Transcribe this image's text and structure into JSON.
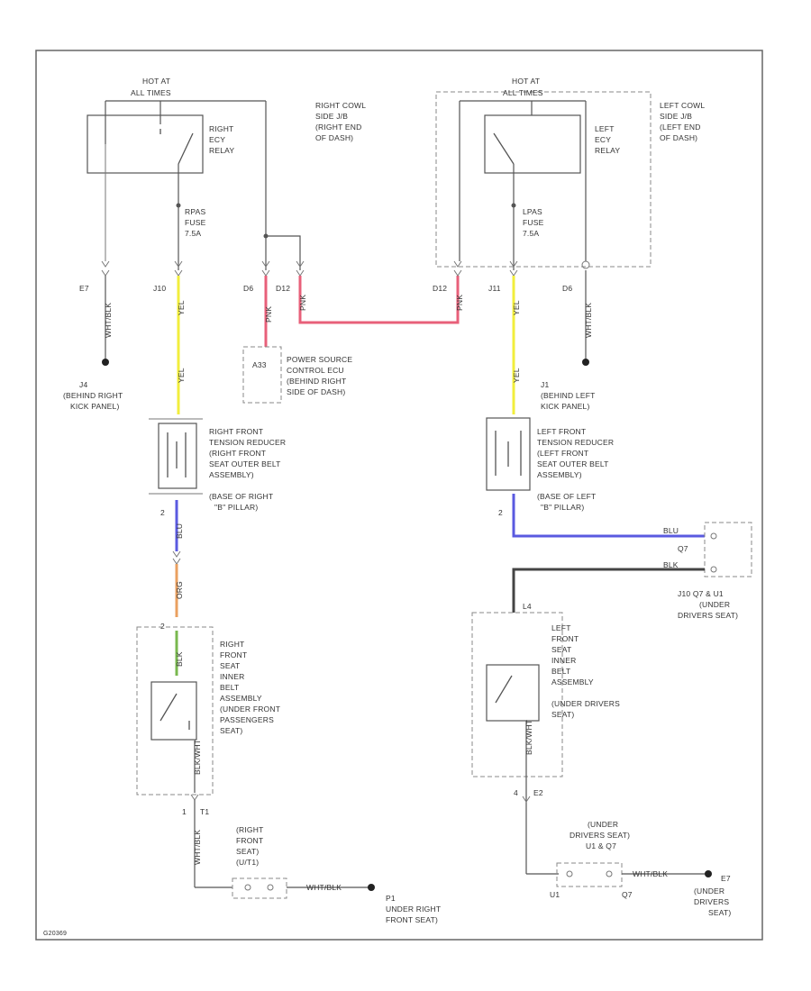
{
  "colors": {
    "wire_yellow": "#f2ee3c",
    "wire_pink": "#e8607a",
    "wire_blue": "#5a5ae0",
    "wire_orange": "#eaa060",
    "wire_green": "#79b84f",
    "wire_dark": "#444444",
    "line": "#555555"
  },
  "relays": {
    "right_hot": [
      "HOT AT",
      "ALL TIMES"
    ],
    "right_relay": [
      "RIGHT",
      "ECY",
      "RELAY"
    ],
    "right_fuse": [
      "RPAS",
      "FUSE",
      "7.5A"
    ],
    "right_jb": [
      "RIGHT COWL",
      "SIDE J/B",
      "(RIGHT END",
      "OF DASH)"
    ],
    "left_hot": [
      "HOT AT",
      "ALL TIMES"
    ],
    "left_relay": [
      "LEFT",
      "ECY",
      "RELAY"
    ],
    "left_fuse": [
      "LPAS",
      "FUSE",
      "7.5A"
    ],
    "left_jb": [
      "LEFT COWL",
      "SIDE J/B",
      "(LEFT END",
      "OF DASH)"
    ]
  },
  "connectors": {
    "e7": "E7",
    "j10": "J10",
    "d6_r": "D6",
    "d12_r": "D12",
    "d12_l": "D12",
    "j11": "J11",
    "d6_l": "D6",
    "c1": "2",
    "c2": "2",
    "c3": "1",
    "c4": "2",
    "t1": "T1",
    "p1b": "P1",
    "l4": "L4",
    "u1": "U1",
    "q7": "Q7",
    "num4": "4",
    "e2": "E2"
  },
  "wires": {
    "wht_blk": "WHT/BLK",
    "yel": "YEL",
    "pnk": "PNK",
    "blu": "BLU",
    "org": "ORG",
    "blk": "BLK",
    "blk_wht": "BLK/WHT"
  },
  "grounds": {
    "j4": [
      "J4",
      "(BEHIND RIGHT",
      "KICK PANEL)"
    ],
    "j1": [
      "J1",
      "(BEHIND LEFT",
      "KICK PANEL)"
    ],
    "p1": [
      "P1",
      "UNDER RIGHT",
      "FRONT SEAT)"
    ],
    "e7": [
      "E7",
      "(UNDER",
      "DRIVERS",
      "SEAT)"
    ]
  },
  "ecu": {
    "id": "A33",
    "label": [
      "POWER SOURCE",
      "CONTROL ECU",
      "(BEHIND RIGHT",
      "SIDE OF DASH)"
    ]
  },
  "components": {
    "right_tensioner": [
      "RIGHT FRONT",
      "TENSION REDUCER",
      "(RIGHT FRONT",
      "SEAT OUTER BELT",
      "ASSEMBLY)",
      "(BASE OF RIGHT",
      "\"B\" PILLAR)"
    ],
    "left_tensioner": [
      "LEFT FRONT",
      "TENSION REDUCER",
      "(LEFT FRONT",
      "SEAT OUTER BELT",
      "ASSEMBLY)",
      "(BASE OF LEFT",
      "\"B\" PILLAR)"
    ],
    "right_buckle": [
      "RIGHT",
      "FRONT",
      "SEAT",
      "INNER",
      "BELT",
      "ASSEMBLY",
      "(UNDER FRONT",
      "PASSENGERS",
      "SEAT)"
    ],
    "left_buckle": [
      "LEFT",
      "FRONT",
      "SEAT",
      "INNER",
      "BELT",
      "ASSEMBLY",
      "(UNDER DRIVERS",
      "SEAT)"
    ],
    "right_seat_conn": [
      "(RIGHT",
      "FRONT",
      "SEAT)",
      "(U/T1)"
    ],
    "j10_conn": [
      "J10 Q7 & U1",
      "(UNDER",
      "DRIVERS SEAT)"
    ],
    "under_drivers": [
      "(UNDER",
      "DRIVERS SEAT)",
      "U1 & Q7"
    ]
  },
  "footer_code": "G20369"
}
